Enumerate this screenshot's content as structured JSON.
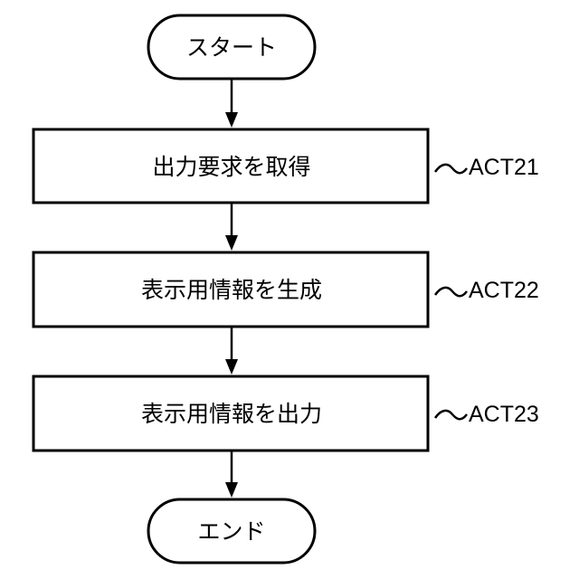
{
  "flowchart": {
    "start": {
      "label": "スタート"
    },
    "steps": [
      {
        "label": "出力要求を取得",
        "act": "ACT21"
      },
      {
        "label": "表示用情報を生成",
        "act": "ACT22"
      },
      {
        "label": "表示用情報を出力",
        "act": "ACT23"
      }
    ],
    "end": {
      "label": "エンド"
    }
  }
}
